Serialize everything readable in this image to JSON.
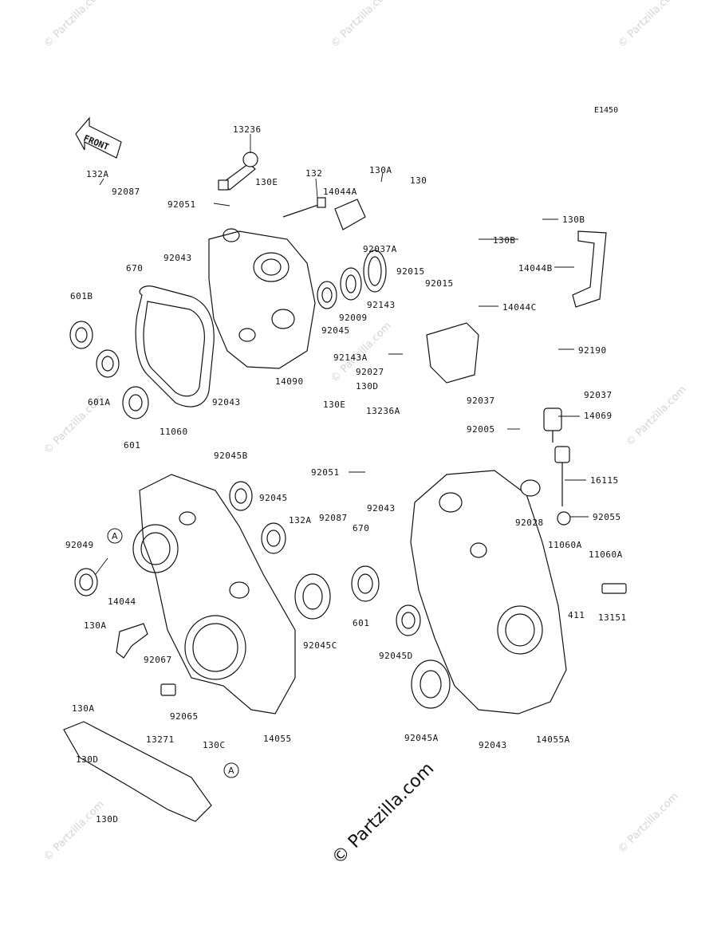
{
  "diagram_code": "E1450",
  "front_label": "FRONT",
  "watermark_text": "© Partzilla.com",
  "main_watermark": "© Partzilla.com",
  "ref_marker": "A",
  "parts": {
    "p13236": "13236",
    "p132A_top": "132A",
    "p92087_top": "92087",
    "p130E_top": "130E",
    "p132": "132",
    "p130A_top": "130A",
    "p130_top": "130",
    "p92051_top": "92051",
    "p14044A": "14044A",
    "p670_top": "670",
    "p92037A": "92037A",
    "p130B_a": "130B",
    "p130B_b": "130B",
    "p92043_a": "92043",
    "p14044B": "14044B",
    "p92015_a": "92015",
    "p92015_b": "92015",
    "p92143": "92143",
    "p601B": "601B",
    "p92009": "92009",
    "p14044C": "14044C",
    "p92045_top": "92045",
    "p92190": "92190",
    "p92143A": "92143A",
    "p14090": "14090",
    "p92027": "92027",
    "p601A": "601A",
    "p130D_mid": "130D",
    "p92043_b": "92043",
    "p92037_l": "92037",
    "p92037_r": "92037",
    "p601_top": "601",
    "p11060": "11060",
    "p130E_mid": "130E",
    "p13236A": "13236A",
    "p14069": "14069",
    "p92005": "92005",
    "p92045B": "92045B",
    "p92051_mid": "92051",
    "p16115": "16115",
    "p92045_mid": "92045",
    "p92043_c": "92043",
    "p92028": "92028",
    "p92055": "92055",
    "p132A_mid": "132A",
    "p92087_mid": "92087",
    "p670_mid": "670",
    "p92049": "92049",
    "p11060A_a": "11060A",
    "p11060A_b": "11060A",
    "p14044": "14044",
    "p601_mid": "601",
    "p411": "411",
    "p13151": "13151",
    "p130A_mid": "130A",
    "p92045C": "92045C",
    "p92045D": "92045D",
    "p92067": "92067",
    "p130A_bot": "130A",
    "p92065": "92065",
    "p13271": "13271",
    "p130C": "130C",
    "p14055": "14055",
    "p92045A": "92045A",
    "p92043_d": "92043",
    "p14055A": "14055A",
    "p130D_bot1": "130D",
    "p130D_bot2": "130D"
  }
}
